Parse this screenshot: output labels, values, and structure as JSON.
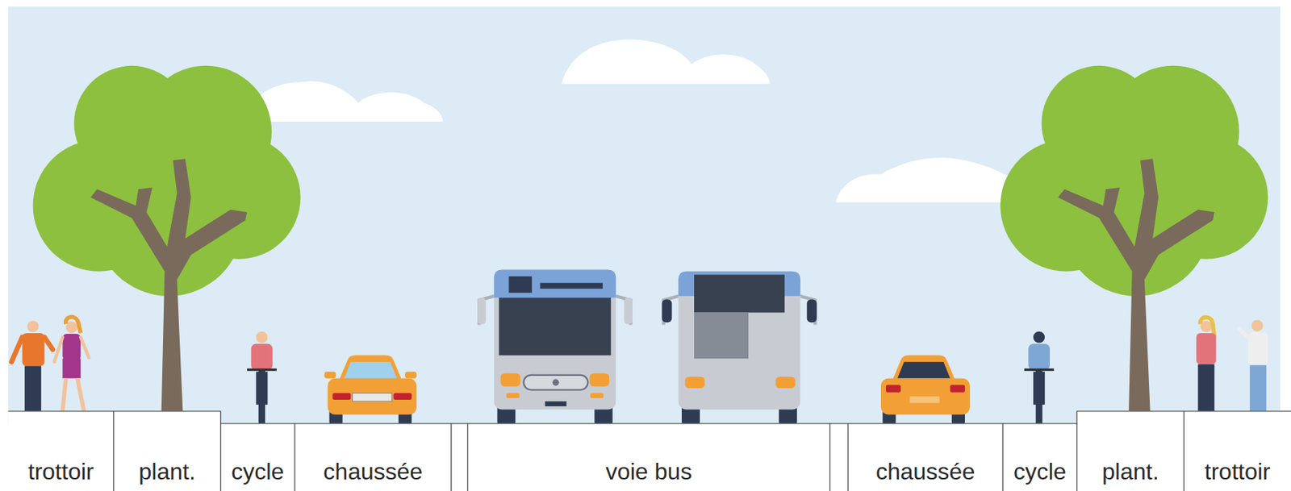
{
  "diagram": {
    "labels": [
      "trottoir",
      "plant.",
      "cycle",
      "chaussée",
      "voie bus",
      "chaussée",
      "cycle",
      "plant.",
      "trottoir"
    ]
  }
}
